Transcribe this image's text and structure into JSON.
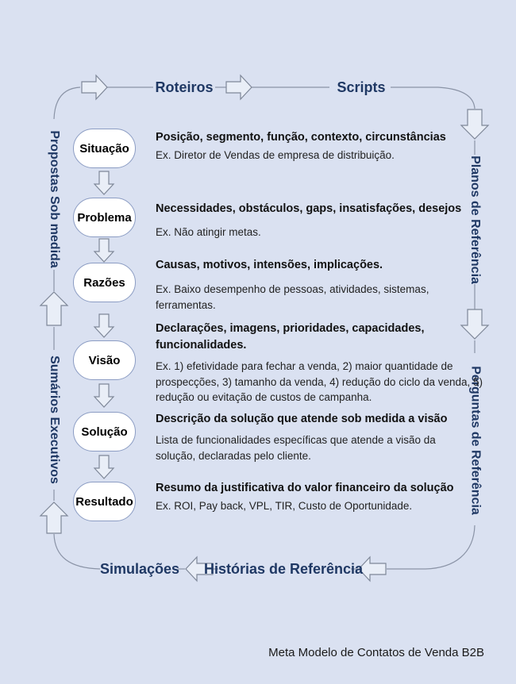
{
  "colors": {
    "background": "#dae1f1",
    "accent_navy": "#1f3864"
  },
  "caption": "Meta Modelo de Contatos de Venda B2B",
  "cycle": {
    "top_left_label": "Roteiros",
    "top_right_label": "Scripts",
    "right_top_label": "Planos de Referência",
    "right_bottom_label": "Perguntas de Referência",
    "bottom_right_label": "Histórias de Referência",
    "bottom_left_label": "Simulações",
    "left_bottom_label": "Sumários Executivos",
    "left_top_label": "Propostas Sob medida"
  },
  "stages": [
    {
      "label": "Situação",
      "title": "Posição, segmento, função, contexto, circunstâncias",
      "example": "Ex. Diretor de Vendas de empresa de distribuição."
    },
    {
      "label": "Problema",
      "title": "Necessidades, obstáculos, gaps, insatisfações, desejos",
      "example": "Ex. Não atingir metas."
    },
    {
      "label": "Razões",
      "title": "Causas, motivos, intensões, implicações.",
      "example": "Ex. Baixo desempenho de pessoas, atividades, sistemas, ferramentas."
    },
    {
      "label": "Visão",
      "title": "Declarações, imagens, prioridades, capacidades, funcionalidades.",
      "example": "Ex. 1) efetividade para fechar a venda, 2) maior quantidade de prospecções, 3) tamanho da venda, 4) redução do ciclo da venda,  5) redução ou evitação de custos de campanha."
    },
    {
      "label": "Solução",
      "title": "Descrição da solução que atende sob medida a visão",
      "example": "Lista de funcionalidades específicas que atende a visão da solução, declaradas pelo cliente."
    },
    {
      "label": "Resultado",
      "title": "Resumo da justificativa do valor financeiro da solução",
      "example": "Ex. ROI, Pay back, VPL, TIR, Custo de Oportunidade."
    }
  ]
}
